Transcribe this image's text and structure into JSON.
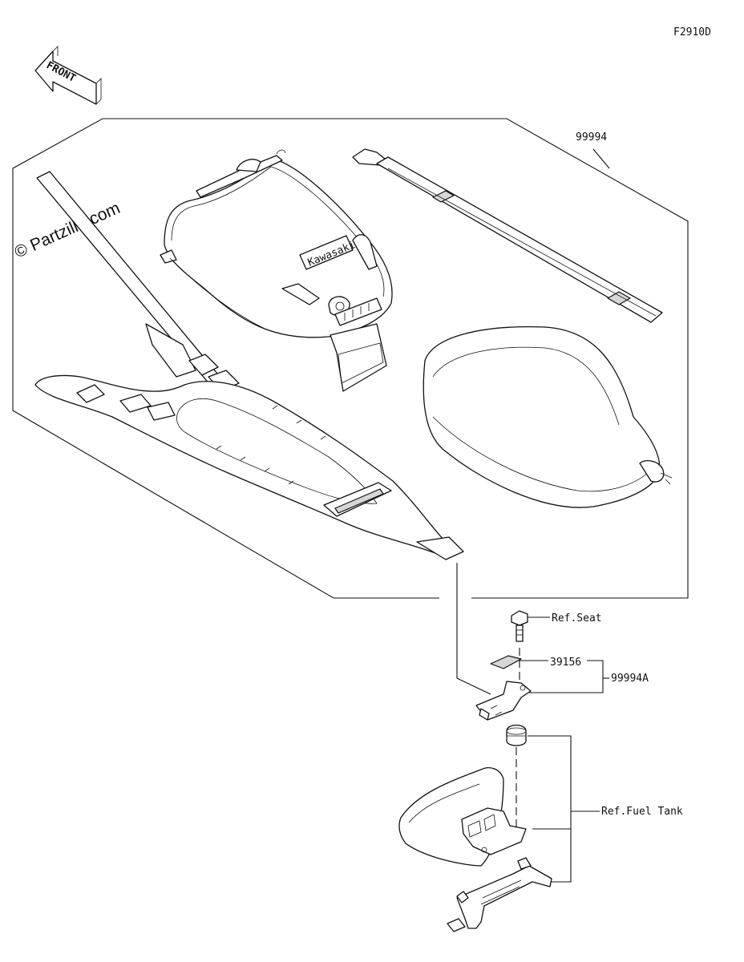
{
  "diagram": {
    "code": "F2910D",
    "watermark": "© Partzilla.com",
    "front_label": "FRONT",
    "callouts": {
      "kit": "99994",
      "kit_a": "99994A",
      "part_39156": "39156",
      "ref_seat": "Ref.Seat",
      "ref_fuel_tank": "Ref.Fuel Tank"
    },
    "badge_text": "Kawasaki"
  }
}
